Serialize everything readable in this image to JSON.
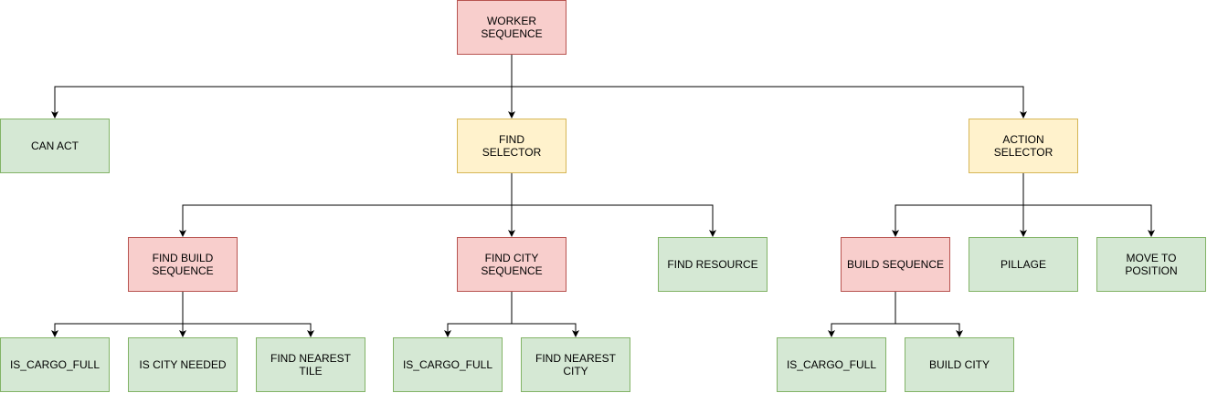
{
  "colors": {
    "sequence_fill": "#f8cecc",
    "sequence_stroke": "#b85450",
    "selector_fill": "#fff2cc",
    "selector_stroke": "#d6b656",
    "leaf_fill": "#d5e8d4",
    "leaf_stroke": "#82b366",
    "edge": "#000000"
  },
  "nodes": {
    "worker_sequence": {
      "label": "WORKER\nSEQUENCE",
      "kind": "sequence"
    },
    "can_act": {
      "label": "CAN ACT",
      "kind": "leaf"
    },
    "find_selector": {
      "label": "FIND\nSELECTOR",
      "kind": "selector"
    },
    "action_selector": {
      "label": "ACTION\nSELECTOR",
      "kind": "selector"
    },
    "find_build_sequence": {
      "label": "FIND BUILD\nSEQUENCE",
      "kind": "sequence"
    },
    "find_city_sequence": {
      "label": "FIND CITY\nSEQUENCE",
      "kind": "sequence"
    },
    "find_resource": {
      "label": "FIND RESOURCE",
      "kind": "leaf"
    },
    "build_sequence": {
      "label": "BUILD SEQUENCE",
      "kind": "sequence"
    },
    "pillage": {
      "label": "PILLAGE",
      "kind": "leaf"
    },
    "move_to_position": {
      "label": "MOVE TO POSITION",
      "kind": "leaf"
    },
    "is_cargo_full_1": {
      "label": "IS_CARGO_FULL",
      "kind": "leaf"
    },
    "is_city_needed": {
      "label": "IS CITY NEEDED",
      "kind": "leaf"
    },
    "find_nearest_tile": {
      "label": "FIND NEAREST TILE",
      "kind": "leaf"
    },
    "is_cargo_full_2": {
      "label": "IS_CARGO_FULL",
      "kind": "leaf"
    },
    "find_nearest_city": {
      "label": "FIND NEAREST\nCITY",
      "kind": "leaf"
    },
    "is_cargo_full_3": {
      "label": "IS_CARGO_FULL",
      "kind": "leaf"
    },
    "build_city": {
      "label": "BUILD CITY",
      "kind": "leaf"
    }
  },
  "edges": [
    [
      "worker_sequence",
      "can_act"
    ],
    [
      "worker_sequence",
      "find_selector"
    ],
    [
      "worker_sequence",
      "action_selector"
    ],
    [
      "find_selector",
      "find_build_sequence"
    ],
    [
      "find_selector",
      "find_city_sequence"
    ],
    [
      "find_selector",
      "find_resource"
    ],
    [
      "action_selector",
      "build_sequence"
    ],
    [
      "action_selector",
      "pillage"
    ],
    [
      "action_selector",
      "move_to_position"
    ],
    [
      "find_build_sequence",
      "is_cargo_full_1"
    ],
    [
      "find_build_sequence",
      "is_city_needed"
    ],
    [
      "find_build_sequence",
      "find_nearest_tile"
    ],
    [
      "find_city_sequence",
      "is_cargo_full_2"
    ],
    [
      "find_city_sequence",
      "find_nearest_city"
    ],
    [
      "build_sequence",
      "is_cargo_full_3"
    ],
    [
      "build_sequence",
      "build_city"
    ]
  ]
}
